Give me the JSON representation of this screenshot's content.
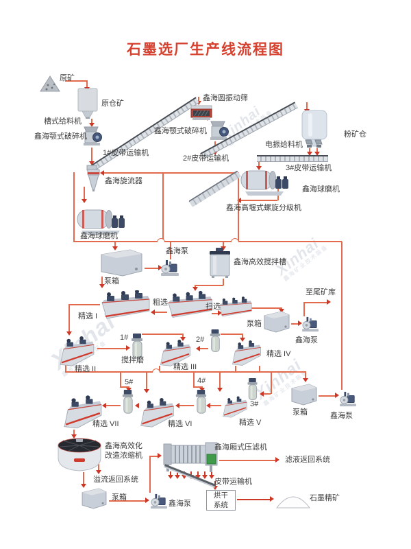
{
  "title": "石墨选厂生产线流程图",
  "colors": {
    "title": "#d5412e",
    "line": "#e2694b",
    "arrow": "#cc3726",
    "text": "#3d3d3d"
  },
  "watermark": {
    "text": "Xinhai",
    "subtext": "鑫海矿业技术装备"
  },
  "nodes": {
    "raw_ore": "原矿",
    "raw_bin": "原仓矿",
    "trough_feeder": "槽式给料机",
    "jaw1": "鑫海颚式破碎机",
    "belt1": "1#皮带运输机",
    "round_screen": "鑫海圆振动筛",
    "jaw2": "鑫海颚式破碎机",
    "belt2": "2#皮带运输机",
    "powder_bin": "粉矿仓",
    "evf": "电振给料机",
    "belt3": "3#皮带运输机",
    "mill_r": "鑫海球磨机",
    "classifier": "鑫海高堰式螺旋分级机",
    "cyclone": "鑫海旋流器",
    "mill_l": "鑫海球磨机",
    "pumpbox1": "泵箱",
    "pump1": "鑫海泵",
    "agitator": "鑫海高效搅拌槽",
    "rough": "粗选",
    "scav": "扫选",
    "clean1": "精选 I",
    "pumpbox2": "泵箱",
    "pump2": "鑫海泵",
    "to_tailings": "至尾矿库",
    "clean4": "精选 IV",
    "m1": "1#",
    "agit_mill": "搅拌磨",
    "clean2": "精选 II",
    "m2": "2#",
    "clean3": "精选 III",
    "m5": "5#",
    "m4": "4#",
    "m3": "3#",
    "clean7": "精选 VII",
    "clean6": "精选 VI",
    "clean5": "精选 V",
    "pumpbox3": "泵箱",
    "pump3": "鑫海泵",
    "thickener": "鑫海高效化\n改造浓缩机",
    "overflow_return": "溢流返回系统",
    "pumpbox4": "泵箱",
    "pump4": "鑫海泵",
    "filter_press": "鑫海厢式压滤机",
    "filtrate_return": "滤液返回系统",
    "belt4": "皮带运输机",
    "drying": "烘干\n系统",
    "concentrate": "石墨精矿"
  }
}
